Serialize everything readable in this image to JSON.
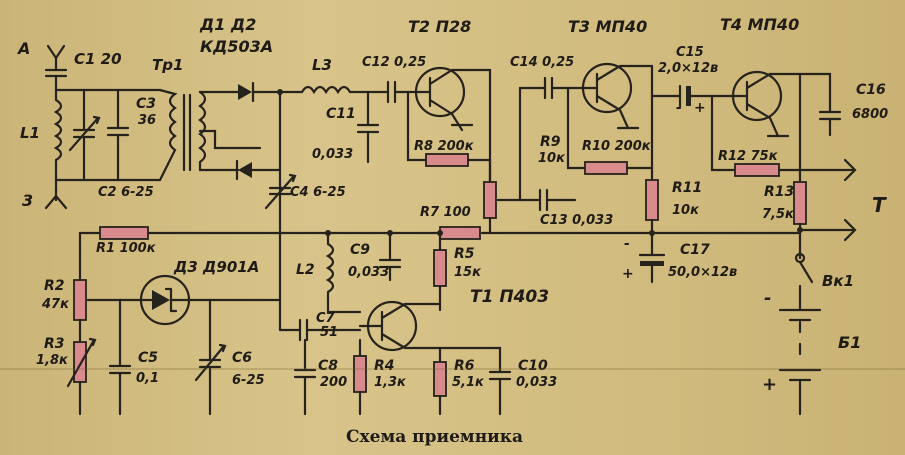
{
  "caption": "Схема приемника",
  "labels": {
    "antenna_A": "A",
    "antenna_3": "3",
    "C1": "C1 20",
    "L1": "L1",
    "C3": "C3",
    "C3_val": "36",
    "C2": "C2 6-25",
    "Tr1": "Tp1",
    "D1D2": "Д1 Д2",
    "D_type": "КД503А",
    "L3": "L3",
    "C12": "C12 0,25",
    "C11": "C11",
    "C11_val": "0,033",
    "T2": "T2  П28",
    "R8": "R8 200к",
    "C4": "C4 6-25",
    "T3": "T3  МП40",
    "C14": "C14 0,25",
    "R9": "R9",
    "R9_val": "10к",
    "R10": "R10 200к",
    "R7": "R7 100",
    "C13": "C13 0,033",
    "T4": "T4  МП40",
    "C15": "C15",
    "C15_val": "2,0×12в",
    "C16": "C16",
    "C16_val": "6800",
    "R12": "R12  75к",
    "R11": "R11",
    "R11_val": "10к",
    "R13": "R13",
    "R13_val": "7,5к",
    "T_out": "T",
    "R1": "R1 100к",
    "C9": "C9",
    "C9_val": "0,033",
    "R5": "R5",
    "R5_val": "15к",
    "C17": "C17",
    "C17_val": "50,0×12в",
    "D3": "Д3 Д901А",
    "L2": "L2",
    "R2": "R2",
    "R2_val": "47к",
    "T1": "T1  П403",
    "Bk1": "Вк1",
    "C7": "C7",
    "C7_val": "51",
    "R3": "R3",
    "R3_val": "1,8к",
    "C5": "C5",
    "C5_val": "0,1",
    "C6": "C6",
    "C6_val": "6-25",
    "C8": "C8",
    "C8_val": "200",
    "R4": "R4",
    "R4_val": "1,3к",
    "R6": "R6",
    "R6_val": "5,1к",
    "C10": "C10",
    "C10_val": "0,033",
    "B1": "Б1",
    "minus1": "-",
    "plus1": "+",
    "minus2": "-",
    "plus2": "+",
    "minus3": "-",
    "plus3": "+"
  }
}
